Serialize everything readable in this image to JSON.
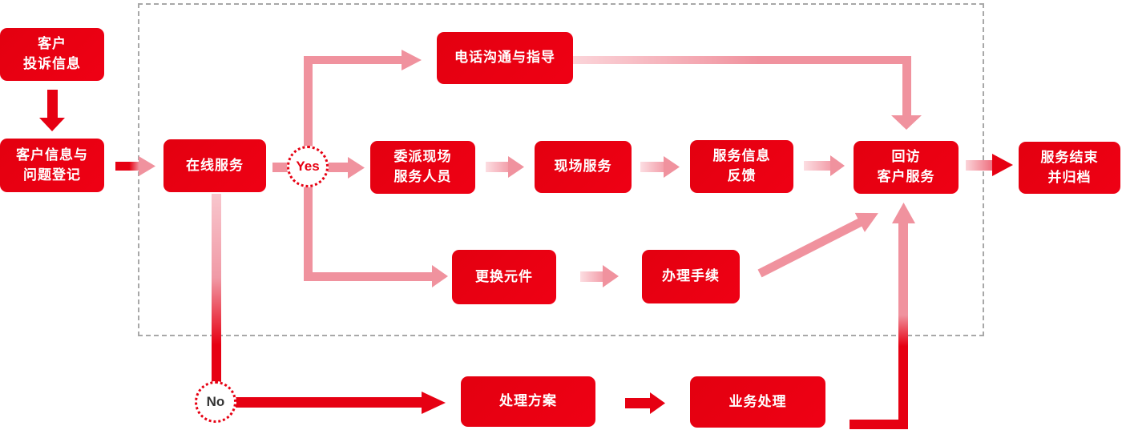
{
  "flowchart": {
    "nodes": {
      "complaint": {
        "line1": "客户",
        "line2": "投诉信息"
      },
      "registration": {
        "line1": "客户信息与",
        "line2": "问题登记"
      },
      "online": {
        "line1": "在线服务"
      },
      "phone": {
        "line1": "电话沟通与指导"
      },
      "dispatch": {
        "line1": "委派现场",
        "line2": "服务人员"
      },
      "onsite": {
        "line1": "现场服务"
      },
      "feedback": {
        "line1": "服务信息",
        "line2": "反馈"
      },
      "return_visit": {
        "line1": "回访",
        "line2": "客户服务"
      },
      "archive": {
        "line1": "服务结束",
        "line2": "并归档"
      },
      "replace": {
        "line1": "更换元件"
      },
      "procedures": {
        "line1": "办理手续"
      },
      "solution": {
        "line1": "处理方案"
      },
      "business": {
        "line1": "业务处理"
      }
    },
    "decisions": {
      "yes": "Yes",
      "no": "No"
    },
    "colors": {
      "node_red": "#e60012",
      "arrow_pink": "#f0929e",
      "arrow_light_pink": "#fbd4d9",
      "dashed_border": "#a8a8a8",
      "yes_text": "#e60012",
      "no_text": "#333333",
      "node_text": "#ffffff"
    }
  }
}
